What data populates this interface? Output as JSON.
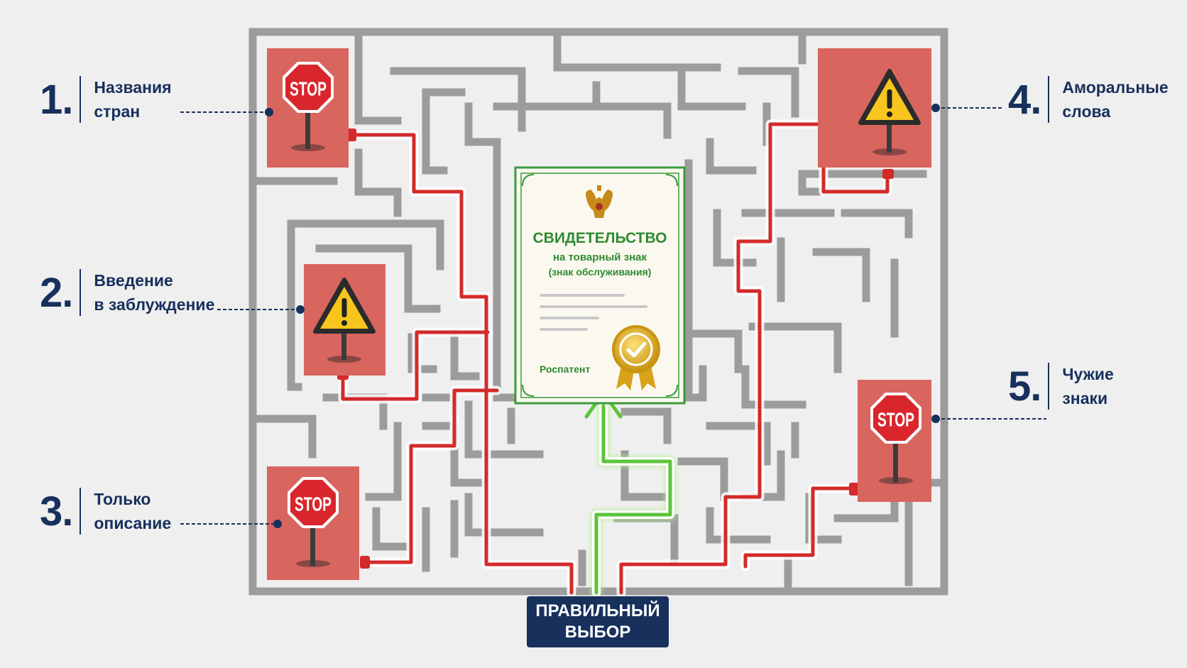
{
  "items": [
    {
      "number": "1.",
      "line1": "Названия",
      "line2": "стран",
      "sign": "stop-sign"
    },
    {
      "number": "2.",
      "line1": "Введение",
      "line2": "в заблуждение",
      "sign": "warning-sign"
    },
    {
      "number": "3.",
      "line1": "Только",
      "line2": "описание",
      "sign": "stop-sign"
    },
    {
      "number": "4.",
      "line1": "Аморальные",
      "line2": "слова",
      "sign": "warning-sign"
    },
    {
      "number": "5.",
      "line1": "Чужие",
      "line2": "знаки",
      "sign": "stop-sign"
    }
  ],
  "certificate": {
    "title": "СВИДЕТЕЛЬСТВО",
    "subtitle1": "на товарный знак",
    "subtitle2": "(знак обслуживания)",
    "issuer": "Роспатент",
    "emblem_icon": "double-headed-eagle-icon",
    "seal_icon": "checkmark-seal-icon"
  },
  "correct_choice": {
    "line1": "ПРАВИЛЬНЫЙ",
    "line2": "ВЫБОР"
  },
  "stop_text": "STOP",
  "colors": {
    "navy": "#17305c",
    "maze_wall": "#9a9a9a",
    "wrong_path": "#d42a2a",
    "right_path": "#5cc43a",
    "sign_tile": "#d9655f",
    "certificate_border": "#3a9a3e"
  }
}
